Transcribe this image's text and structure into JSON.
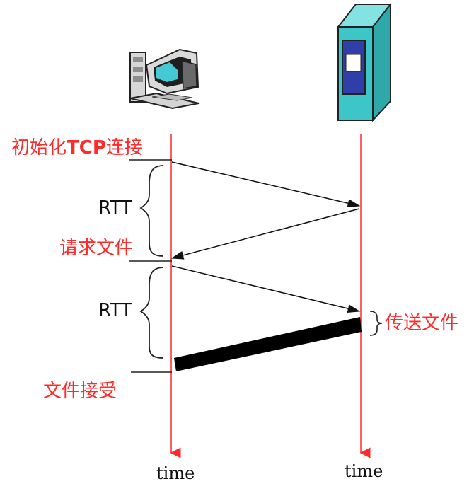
{
  "labels": {
    "init_tcp": {
      "prefix": "初始化",
      "tcp": "TCP",
      "suffix": "连接"
    },
    "rtt_1": "RTT",
    "request_file": "请求文件",
    "rtt_2": "RTT",
    "transfer_file": "传送文件",
    "file_received": "文件接受",
    "time_left": "time",
    "time_right": "time"
  },
  "colors": {
    "red": "#ff2a2a",
    "black": "#111111",
    "server_front": "#3cc6c7",
    "server_side": "#2fa8aa",
    "server_top": "#83e3e2",
    "server_panel": "#2f3ea8"
  },
  "icons": {
    "client": "desktop-computer-icon",
    "server": "server-tower-icon"
  }
}
